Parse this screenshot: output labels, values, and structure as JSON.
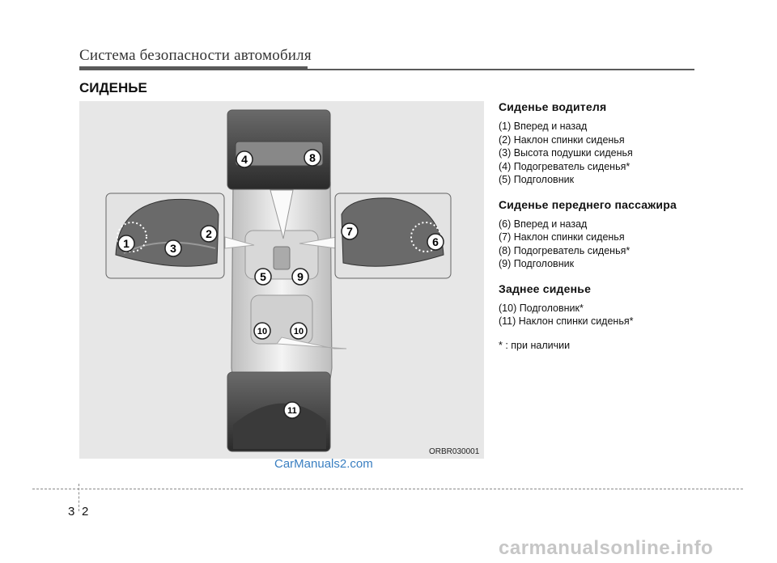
{
  "header": {
    "title": "Система безопасности автомобиля"
  },
  "section": {
    "title": "СИДЕНЬЕ"
  },
  "figure": {
    "code": "ORBR030001",
    "callouts": [
      "1",
      "2",
      "3",
      "4",
      "5",
      "6",
      "7",
      "8",
      "9",
      "10",
      "10",
      "11"
    ]
  },
  "groups": [
    {
      "heading": "Сиденье водителя",
      "items": [
        "(1) Вперед и назад",
        "(2) Наклон спинки сиденья",
        "(3) Высота подушки сиденья",
        "(4) Подогреватель сиденья*",
        "(5) Подголовник"
      ]
    },
    {
      "heading": "Сиденье переднего пассажира",
      "items": [
        "(6) Вперед и назад",
        "(7) Наклон спинки сиденья",
        "(8) Подогреватель сиденья*",
        "(9) Подголовник"
      ]
    },
    {
      "heading": "Заднее сиденье",
      "items": [
        "(10) Подголовник*",
        "(11) Наклон спинки сиденья*"
      ]
    }
  ],
  "note": "* : при наличии",
  "footer": {
    "page_left": "3",
    "page_right": "2"
  },
  "watermarks": {
    "site1": "CarManuals2.com",
    "site2": "carmanualsonline.info"
  }
}
